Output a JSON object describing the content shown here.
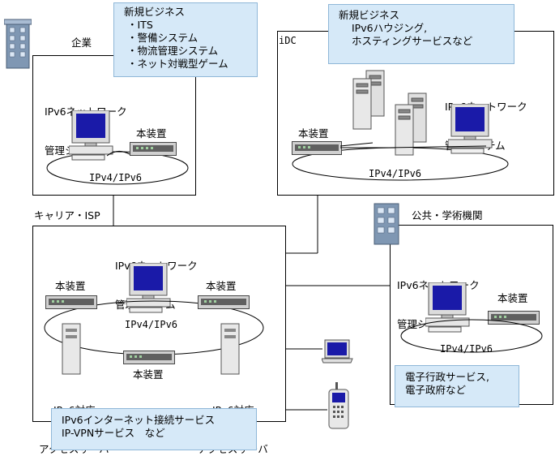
{
  "enterprise": {
    "label": "企業",
    "mgmt_line1": "IPv6ネットワーク",
    "mgmt_line2": "管理システム",
    "device": "本装置",
    "network": "IPv4/IPv6",
    "note_title": "新規ビジネス",
    "note_items": [
      "・ITS",
      "・警備システム",
      "・物流管理システム",
      "・ネット対戦型ゲーム"
    ]
  },
  "idc": {
    "label": "iDC",
    "mgmt_line1": "IPv6ネットワーク",
    "mgmt_line2": "管理システム",
    "device": "本装置",
    "network": "IPv4/IPv6",
    "note_line1": "新規ビジネス",
    "note_line2": "IPv6ハウジング,",
    "note_line3": "ホスティングサービスなど"
  },
  "carrier": {
    "label": "キャリア・ISP",
    "mgmt_line1": "IPv6ネットワーク",
    "mgmt_line2": "管理システム",
    "device_left": "本装置",
    "device_right": "本装置",
    "device_bottom": "本装置",
    "network": "IPv4/IPv6",
    "server_left_1": "IPv6対応",
    "server_left_2": "アクセスサーバ",
    "server_right_1": "IPv6対応",
    "server_right_2": "アクセスサーバ",
    "note_line1": "IPv6インターネット接続サービス",
    "note_line2": "IP-VPNサービス　など"
  },
  "public": {
    "label": "公共・学術機関",
    "mgmt_line1": "IPv6ネットワーク",
    "mgmt_line2": "管理システム",
    "device": "本装置",
    "network": "IPv4/IPv6",
    "note_line1": "電子行政サービス,",
    "note_line2": "電子政府など"
  },
  "colors": {
    "note_bg": "#d6e9f8",
    "screen": "#1a1aa8",
    "building": "#7f97b3"
  }
}
